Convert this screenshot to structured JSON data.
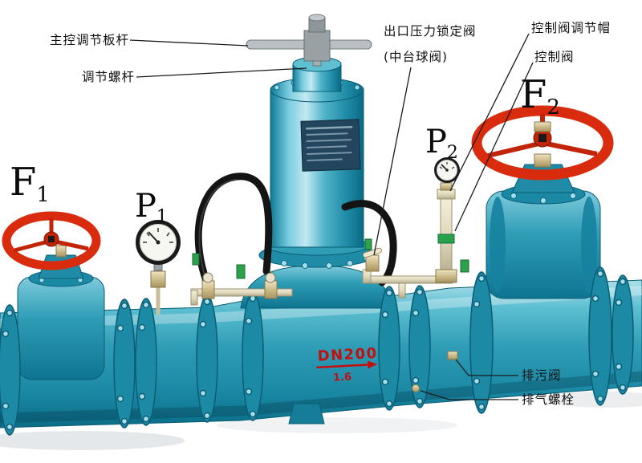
{
  "diagram": {
    "title": "pressure-reducing-valve-station",
    "colors": {
      "pipe_teal": "#2f9db6",
      "pipe_teal_dark": "#0b6d88",
      "pipe_teal_light": "#aee0ea",
      "handwheel_red": "#d92b0d",
      "red_marking": "#c40f0f",
      "brass": "#cdbb8a",
      "cream_pipe": "#e9e3c9",
      "hose_black": "#141414",
      "tag_green": "#2ea14c",
      "label_text": "#111111",
      "nameplate_blue": "#24455e"
    },
    "callouts": {
      "main_control_rod": "主控调节板杆",
      "adjust_screw": "调节螺杆",
      "outlet_lock_valve_line1": "出口压力锁定阀",
      "outlet_lock_valve_line2": "(中台球阀)",
      "control_valve_cap": "控制阀调节帽",
      "control_valve": "控制阀",
      "drain_valve": "排污阀",
      "vent_bolt": "排气螺栓"
    },
    "markers": {
      "f1": {
        "letter": "F",
        "sub": "1"
      },
      "p1": {
        "letter": "P",
        "sub": "1"
      },
      "p2": {
        "letter": "P",
        "sub": "2"
      },
      "f2": {
        "letter": "F",
        "sub": "2"
      }
    },
    "pipe_markings": {
      "dn": "DN200",
      "pn": "1.6"
    }
  }
}
